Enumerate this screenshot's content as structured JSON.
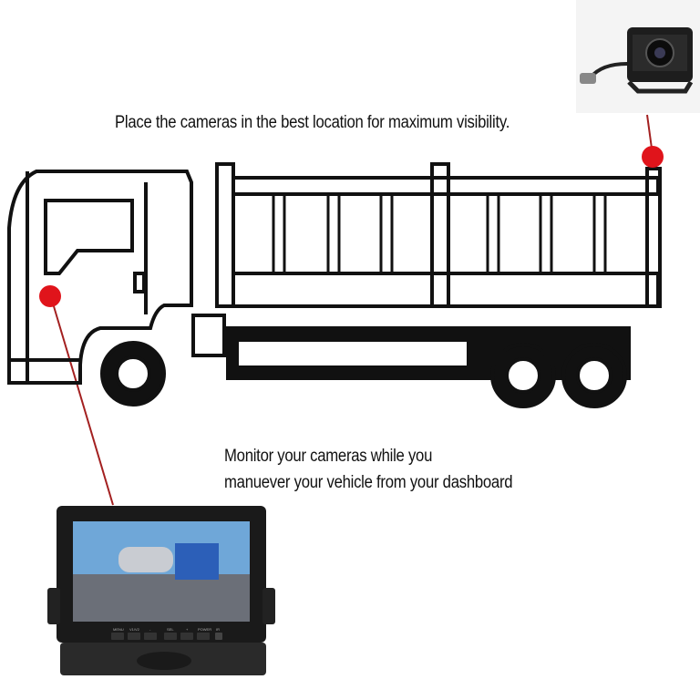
{
  "captions": {
    "top": "Place the cameras in the best location for maximum visibility.",
    "bottom_line1": "Monitor your cameras while you",
    "bottom_line2": "manuever your vehicle from your dashboard"
  },
  "monitor": {
    "buttons": [
      "MENU",
      "V1/V2",
      "-",
      "SEL",
      "+",
      "POWER",
      "IR"
    ]
  },
  "colors": {
    "camera_marker": "#e0141b",
    "leader_line": "#a32020",
    "truck_outline": "#111111"
  }
}
